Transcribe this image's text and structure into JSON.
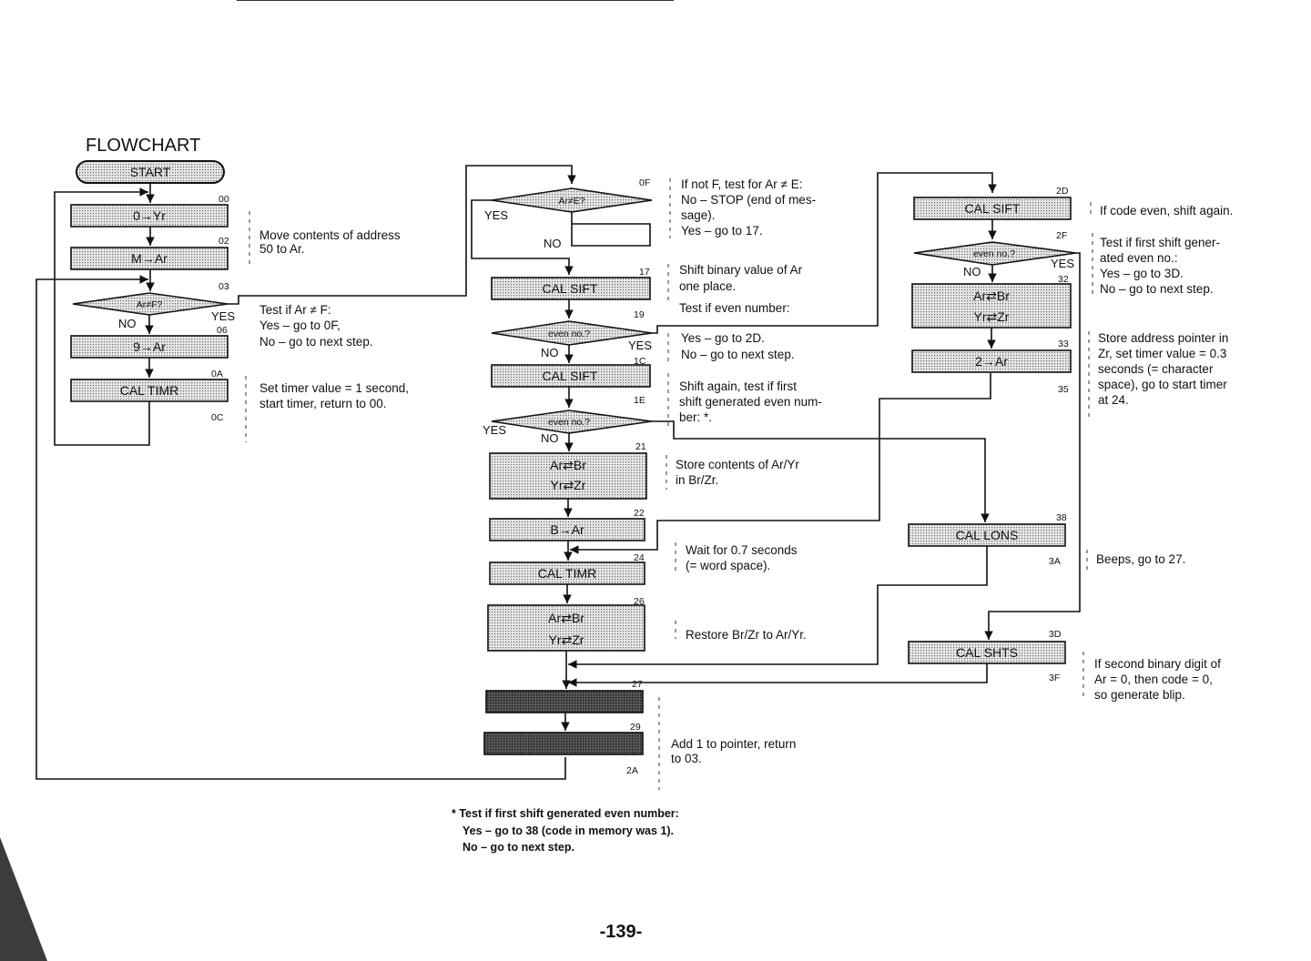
{
  "title": "FLOWCHART",
  "page_number": "-139-",
  "column1": {
    "start": "START",
    "box_0_yr": "0→Yr",
    "box_m_ar": "M→Ar",
    "diamond_test": "Ar≠F?",
    "box_9_ar": "9→Ar",
    "box_cal_timr": "CAL TIMR",
    "yes": "YES",
    "no": "NO",
    "addr_00": "00",
    "addr_02": "02",
    "addr_03": "03",
    "addr_06": "06",
    "addr_0a": "0A",
    "addr_0c": "0C"
  },
  "column2": {
    "diamond_ar_ne_e": "Ar≠E?",
    "box_cal_sift_1": "CAL SIFT",
    "diamond_even_1": "even no.?",
    "box_cal_sift_2": "CAL SIFT",
    "diamond_even_2": "even no.?",
    "box_exchange_ar_br": "Ar⇄Br",
    "box_exchange_yr_zr": "Yr⇄Zr",
    "box_b_ar": "B→Ar",
    "box_cal_timr": "CAL TIMR",
    "box_restore_ar_br": "Ar⇄Br",
    "box_restore_yr_zr": "Yr⇄Zr",
    "box_27": "",
    "box_29": "",
    "yes_top": "YES",
    "no_top": "NO",
    "yes_even1": "YES",
    "no_even1": "NO",
    "yes_even2": "YES",
    "no_even2": "NO",
    "addr_0f": "0F",
    "addr_17": "17",
    "addr_19": "19",
    "addr_1c": "1C",
    "addr_1e": "1E",
    "addr_21": "21",
    "addr_22": "22",
    "addr_24": "24",
    "addr_26": "26",
    "addr_27": "27",
    "addr_29": "29",
    "addr_2a": "2A"
  },
  "column3": {
    "box_cal_sift": "CAL SIFT",
    "diamond_even": "even no.?",
    "box_exchange_ar_br": "Ar⇄Br",
    "box_exchange_yr_zr": "Yr⇄Zr",
    "box_2_ar": "2→Ar",
    "box_cal_lons": "CAL LONS",
    "box_cal_shts": "CAL SHTS",
    "yes": "YES",
    "no": "NO",
    "addr_2d": "2D",
    "addr_2f": "2F",
    "addr_32": "32",
    "addr_33": "33",
    "addr_35": "35",
    "addr_38": "38",
    "addr_3a": "3A",
    "addr_3d": "3D",
    "addr_3f": "3F"
  },
  "annotations": {
    "a1": [
      "Move contents of address",
      "50 to Ar."
    ],
    "a2": [
      "Test if Ar ≠ F:",
      "Yes – go to 0F,",
      "No – go to next step."
    ],
    "a3": [
      "Set timer value = 1 second,",
      "start timer, return to 00."
    ],
    "a4": [
      "If not F, test for Ar ≠ E:",
      "No – STOP (end of mes-",
      "sage).",
      "Yes – go to 17."
    ],
    "a5": [
      "Shift binary value of Ar",
      "one place."
    ],
    "a6": [
      "Test if even number:"
    ],
    "a7": [
      "Yes – go to 2D.",
      "No – go to next step."
    ],
    "a8": [
      "Shift again, test if first",
      "shift generated even num-",
      "ber: *."
    ],
    "a9": [
      "Store contents of Ar/Yr",
      "in Br/Zr."
    ],
    "a10": [
      "Wait for 0.7 seconds",
      "(= word space)."
    ],
    "a11": [
      "Restore Br/Zr to Ar/Yr."
    ],
    "a12": [
      "Add 1 to pointer, return",
      "to 03."
    ],
    "a13": [
      "If code even, shift again."
    ],
    "a14": [
      "Test if first shift gener-",
      "ated even no.:",
      "Yes – go to 3D.",
      "No – go to next step."
    ],
    "a15": [
      "Store address pointer in",
      "Zr, set timer value = 0.3",
      "seconds (= character",
      "space), go to start timer",
      "at 24."
    ],
    "a16": [
      "Beeps, go to 27."
    ],
    "a17": [
      "If second binary digit of",
      "Ar = 0, then code = 0,",
      "so generate blip."
    ]
  },
  "footnote": [
    "* Test if first shift generated even number:",
    "Yes – go to 38 (code in memory was 1).",
    "No – go to next step."
  ]
}
